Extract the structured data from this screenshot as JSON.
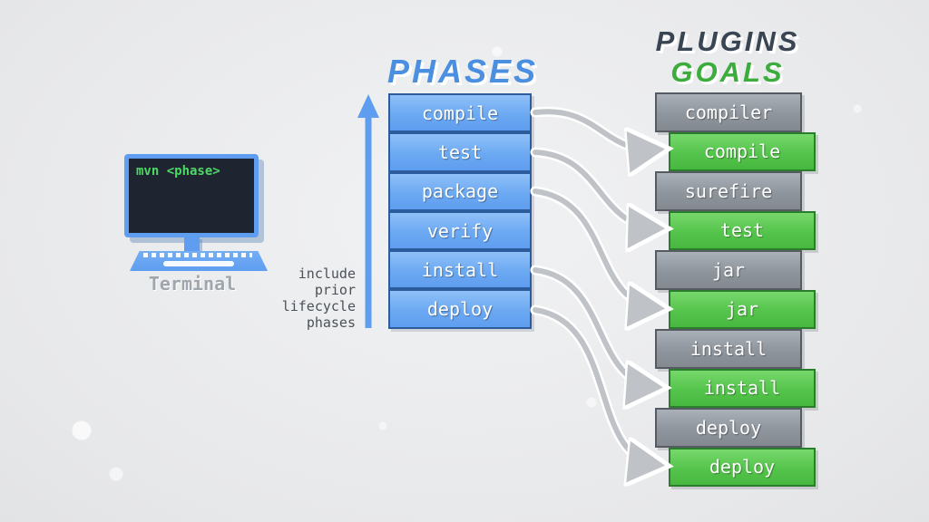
{
  "terminal": {
    "command": "mvn <phase>",
    "label": "Terminal"
  },
  "phases": {
    "title": "PHASES",
    "items": [
      "compile",
      "test",
      "package",
      "verify",
      "install",
      "deploy"
    ],
    "note_lines": [
      "include",
      "prior",
      "lifecycle",
      "phases"
    ]
  },
  "plugins_goals": {
    "title_plugins": "PLUGINS",
    "title_goals": "GOALS",
    "items": [
      {
        "label": "compiler",
        "type": "plugin"
      },
      {
        "label": "compile",
        "type": "goal"
      },
      {
        "label": "surefire",
        "type": "plugin"
      },
      {
        "label": "test",
        "type": "goal"
      },
      {
        "label": "jar",
        "type": "plugin"
      },
      {
        "label": "jar",
        "type": "goal"
      },
      {
        "label": "install",
        "type": "plugin"
      },
      {
        "label": "install",
        "type": "goal"
      },
      {
        "label": "deploy",
        "type": "plugin"
      },
      {
        "label": "deploy",
        "type": "goal"
      }
    ]
  },
  "colors": {
    "phase_box": "#6ca9f2",
    "phase_border": "#2d5c9c",
    "plugin_box": "#8f959d",
    "goal_box": "#55c44c",
    "title_phases": "#4a8fe0",
    "title_plugins": "#3a4553",
    "title_goals": "#3cad3c",
    "terminal_text": "#4cd964",
    "flow_arrow": "#bfc3c7",
    "lifecycle_arrow": "#5f9df0"
  }
}
